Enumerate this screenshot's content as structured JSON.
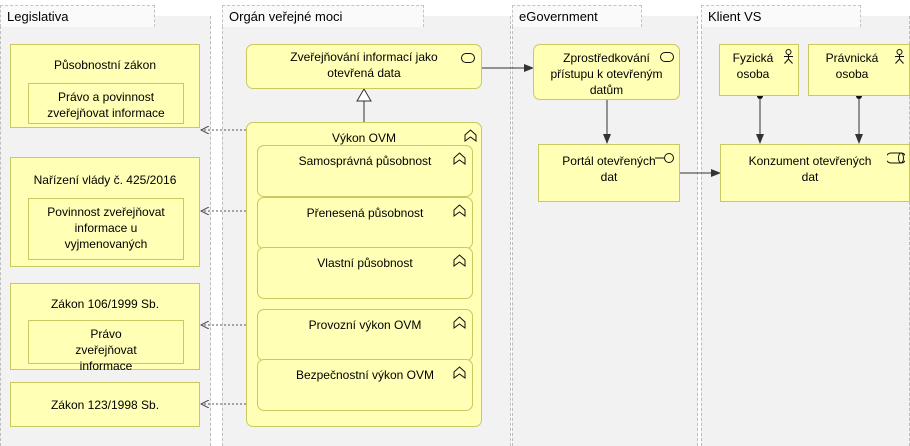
{
  "lanes": {
    "legislativa": "Legislativa",
    "organ": "Orgán veřejné moci",
    "egov": "eGovernment",
    "klient": "Klient VS"
  },
  "legislativa": {
    "laws": [
      {
        "title": "Působnostní zákon",
        "requirement": "Právo a povinnost zveřejňovat informace"
      },
      {
        "title": "Nařízení vlády č. 425/2016",
        "requirement": "Povinnost zveřejňovat informace u vyjmenovaných"
      },
      {
        "title": "Zákon 106/1999 Sb.",
        "requirement": "Právo zveřejňovat informace"
      },
      {
        "title": "Zákon 123/1998 Sb."
      }
    ]
  },
  "organ": {
    "service": "Zveřejňování informací jako otevřená data",
    "function": "Výkon OVM",
    "subfunctions": [
      "Samosprávná působnost",
      "Přenesená působnost",
      "Vlastní působnost",
      "Provozní výkon OVM",
      "Bezpečnostní výkon OVM"
    ]
  },
  "egov": {
    "service": "Zprostředkování přístupu k otevřeným datům",
    "interface": "Portál otevřených dat"
  },
  "klient": {
    "actors": [
      "Fyzická osoba",
      "Právnická osoba"
    ],
    "role": "Konzument otevřených dat"
  },
  "icons": {
    "service": "service-icon",
    "function": "function-icon",
    "interface": "interface-icon",
    "actor": "actor-icon",
    "role": "role-icon"
  }
}
